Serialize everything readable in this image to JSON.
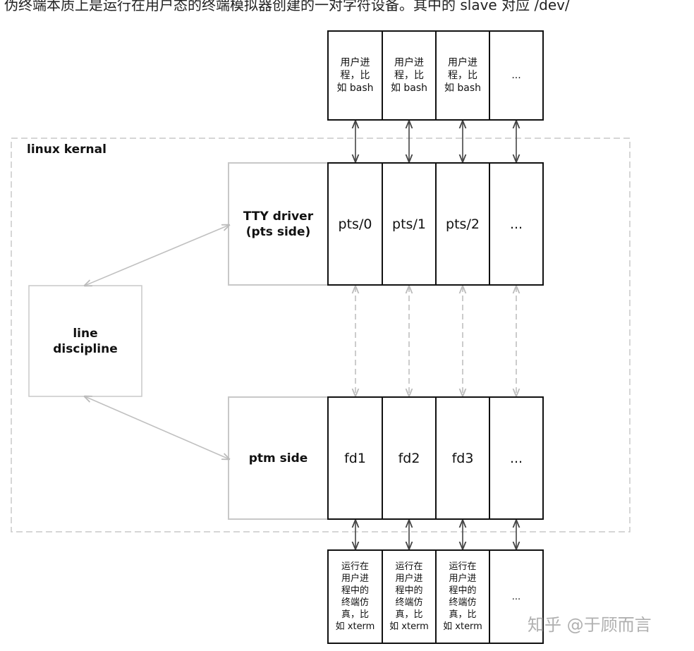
{
  "header_text": "伪终端本质上是运行在用户态的终端模拟器创建的一对字符设备。其中的 slave 对应 /dev/",
  "kernel_label": "linux kernal",
  "line_discipline_label": "line\ndiscipline",
  "tty_driver_label": "TTY driver\n(pts side)",
  "ptm_side_label": "ptm side",
  "user_processes": [
    "用户进\n程，比\n如 bash",
    "用户进\n程，比\n如 bash",
    "用户进\n程，比\n如 bash",
    "..."
  ],
  "pts_cells": [
    "pts/0",
    "pts/1",
    "pts/2",
    "..."
  ],
  "fd_cells": [
    "fd1",
    "fd2",
    "fd3",
    "..."
  ],
  "terminal_emulators": [
    "运行在\n用户进\n程中的\n终端仿\n真，比\n如 xterm",
    "运行在\n用户进\n程中的\n终端仿\n真，比\n如 xterm",
    "运行在\n用户进\n程中的\n终端仿\n真，比\n如 xterm",
    "..."
  ],
  "watermark": "知乎 @于顾而言"
}
